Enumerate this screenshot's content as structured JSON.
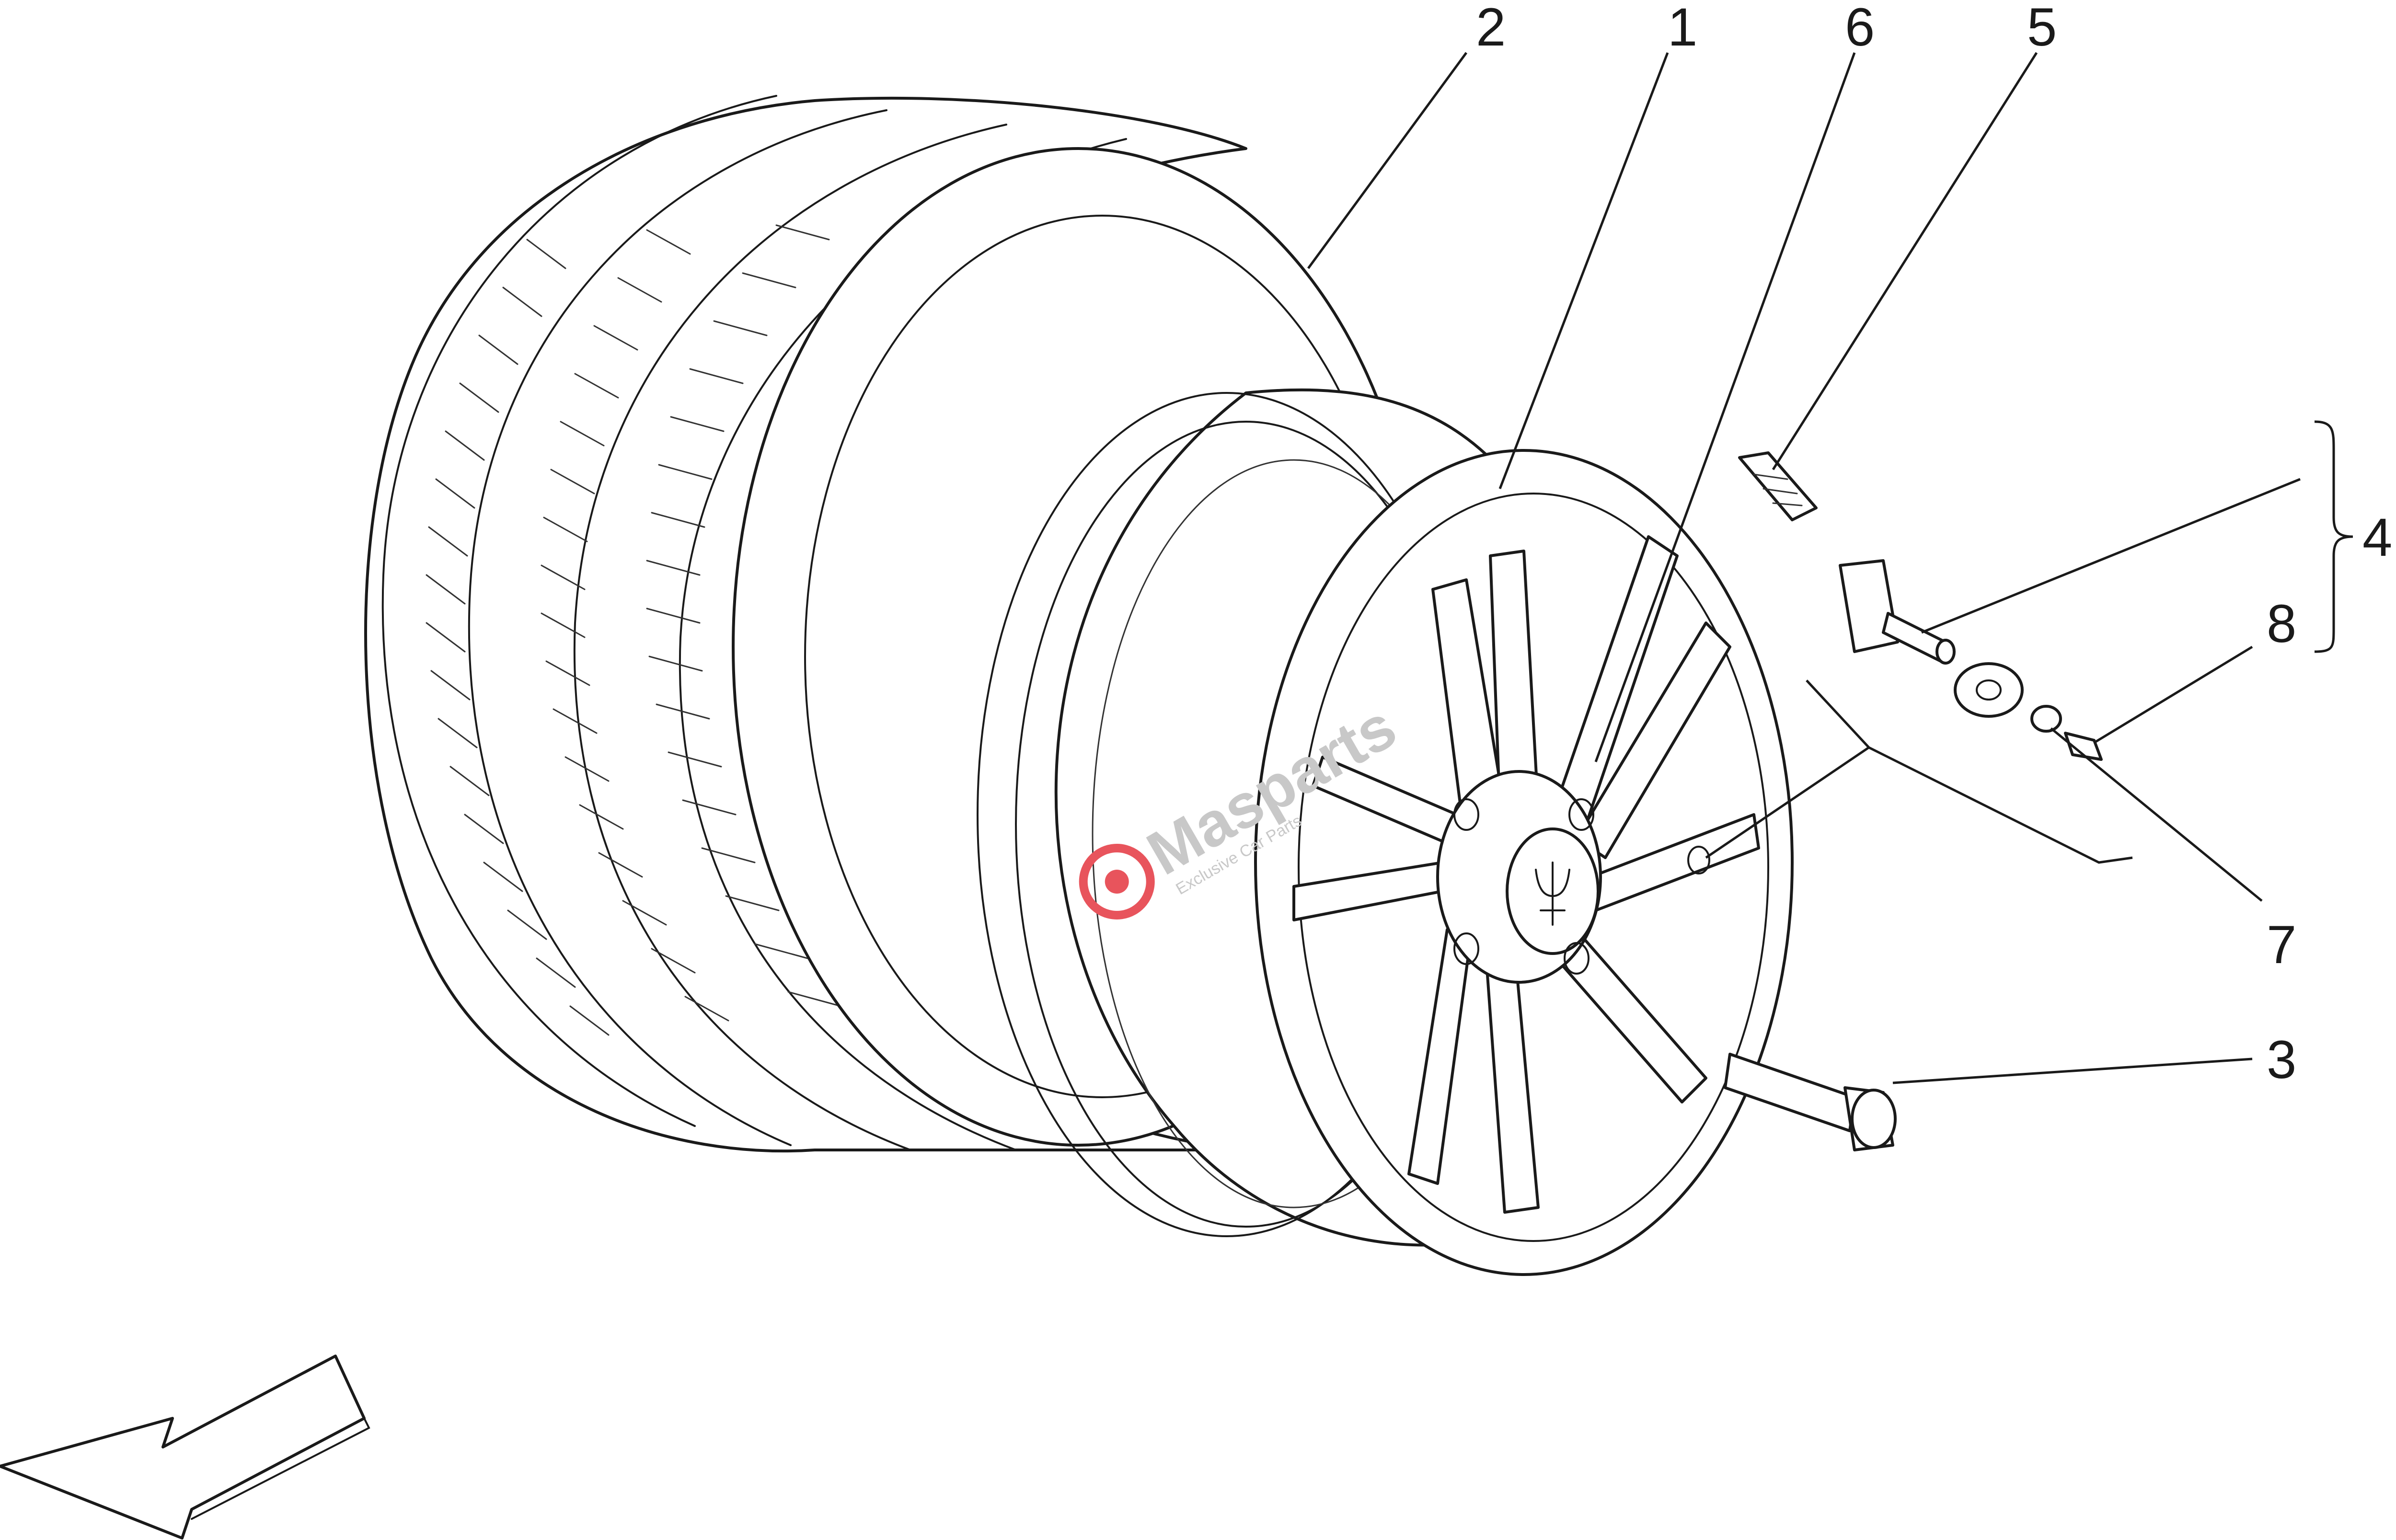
{
  "diagram": {
    "callouts": [
      {
        "id": "1",
        "label": "1"
      },
      {
        "id": "2",
        "label": "2"
      },
      {
        "id": "3",
        "label": "3"
      },
      {
        "id": "4",
        "label": "4"
      },
      {
        "id": "5",
        "label": "5"
      },
      {
        "id": "6",
        "label": "6"
      },
      {
        "id": "7",
        "label": "7"
      },
      {
        "id": "8",
        "label": "8"
      }
    ],
    "watermark": {
      "brand": "Masparts",
      "tagline": "Exclusive Car Parts"
    },
    "colors": {
      "line": "#1a1a1a",
      "background": "#ffffff",
      "watermark_accent": "#e8545c"
    }
  }
}
